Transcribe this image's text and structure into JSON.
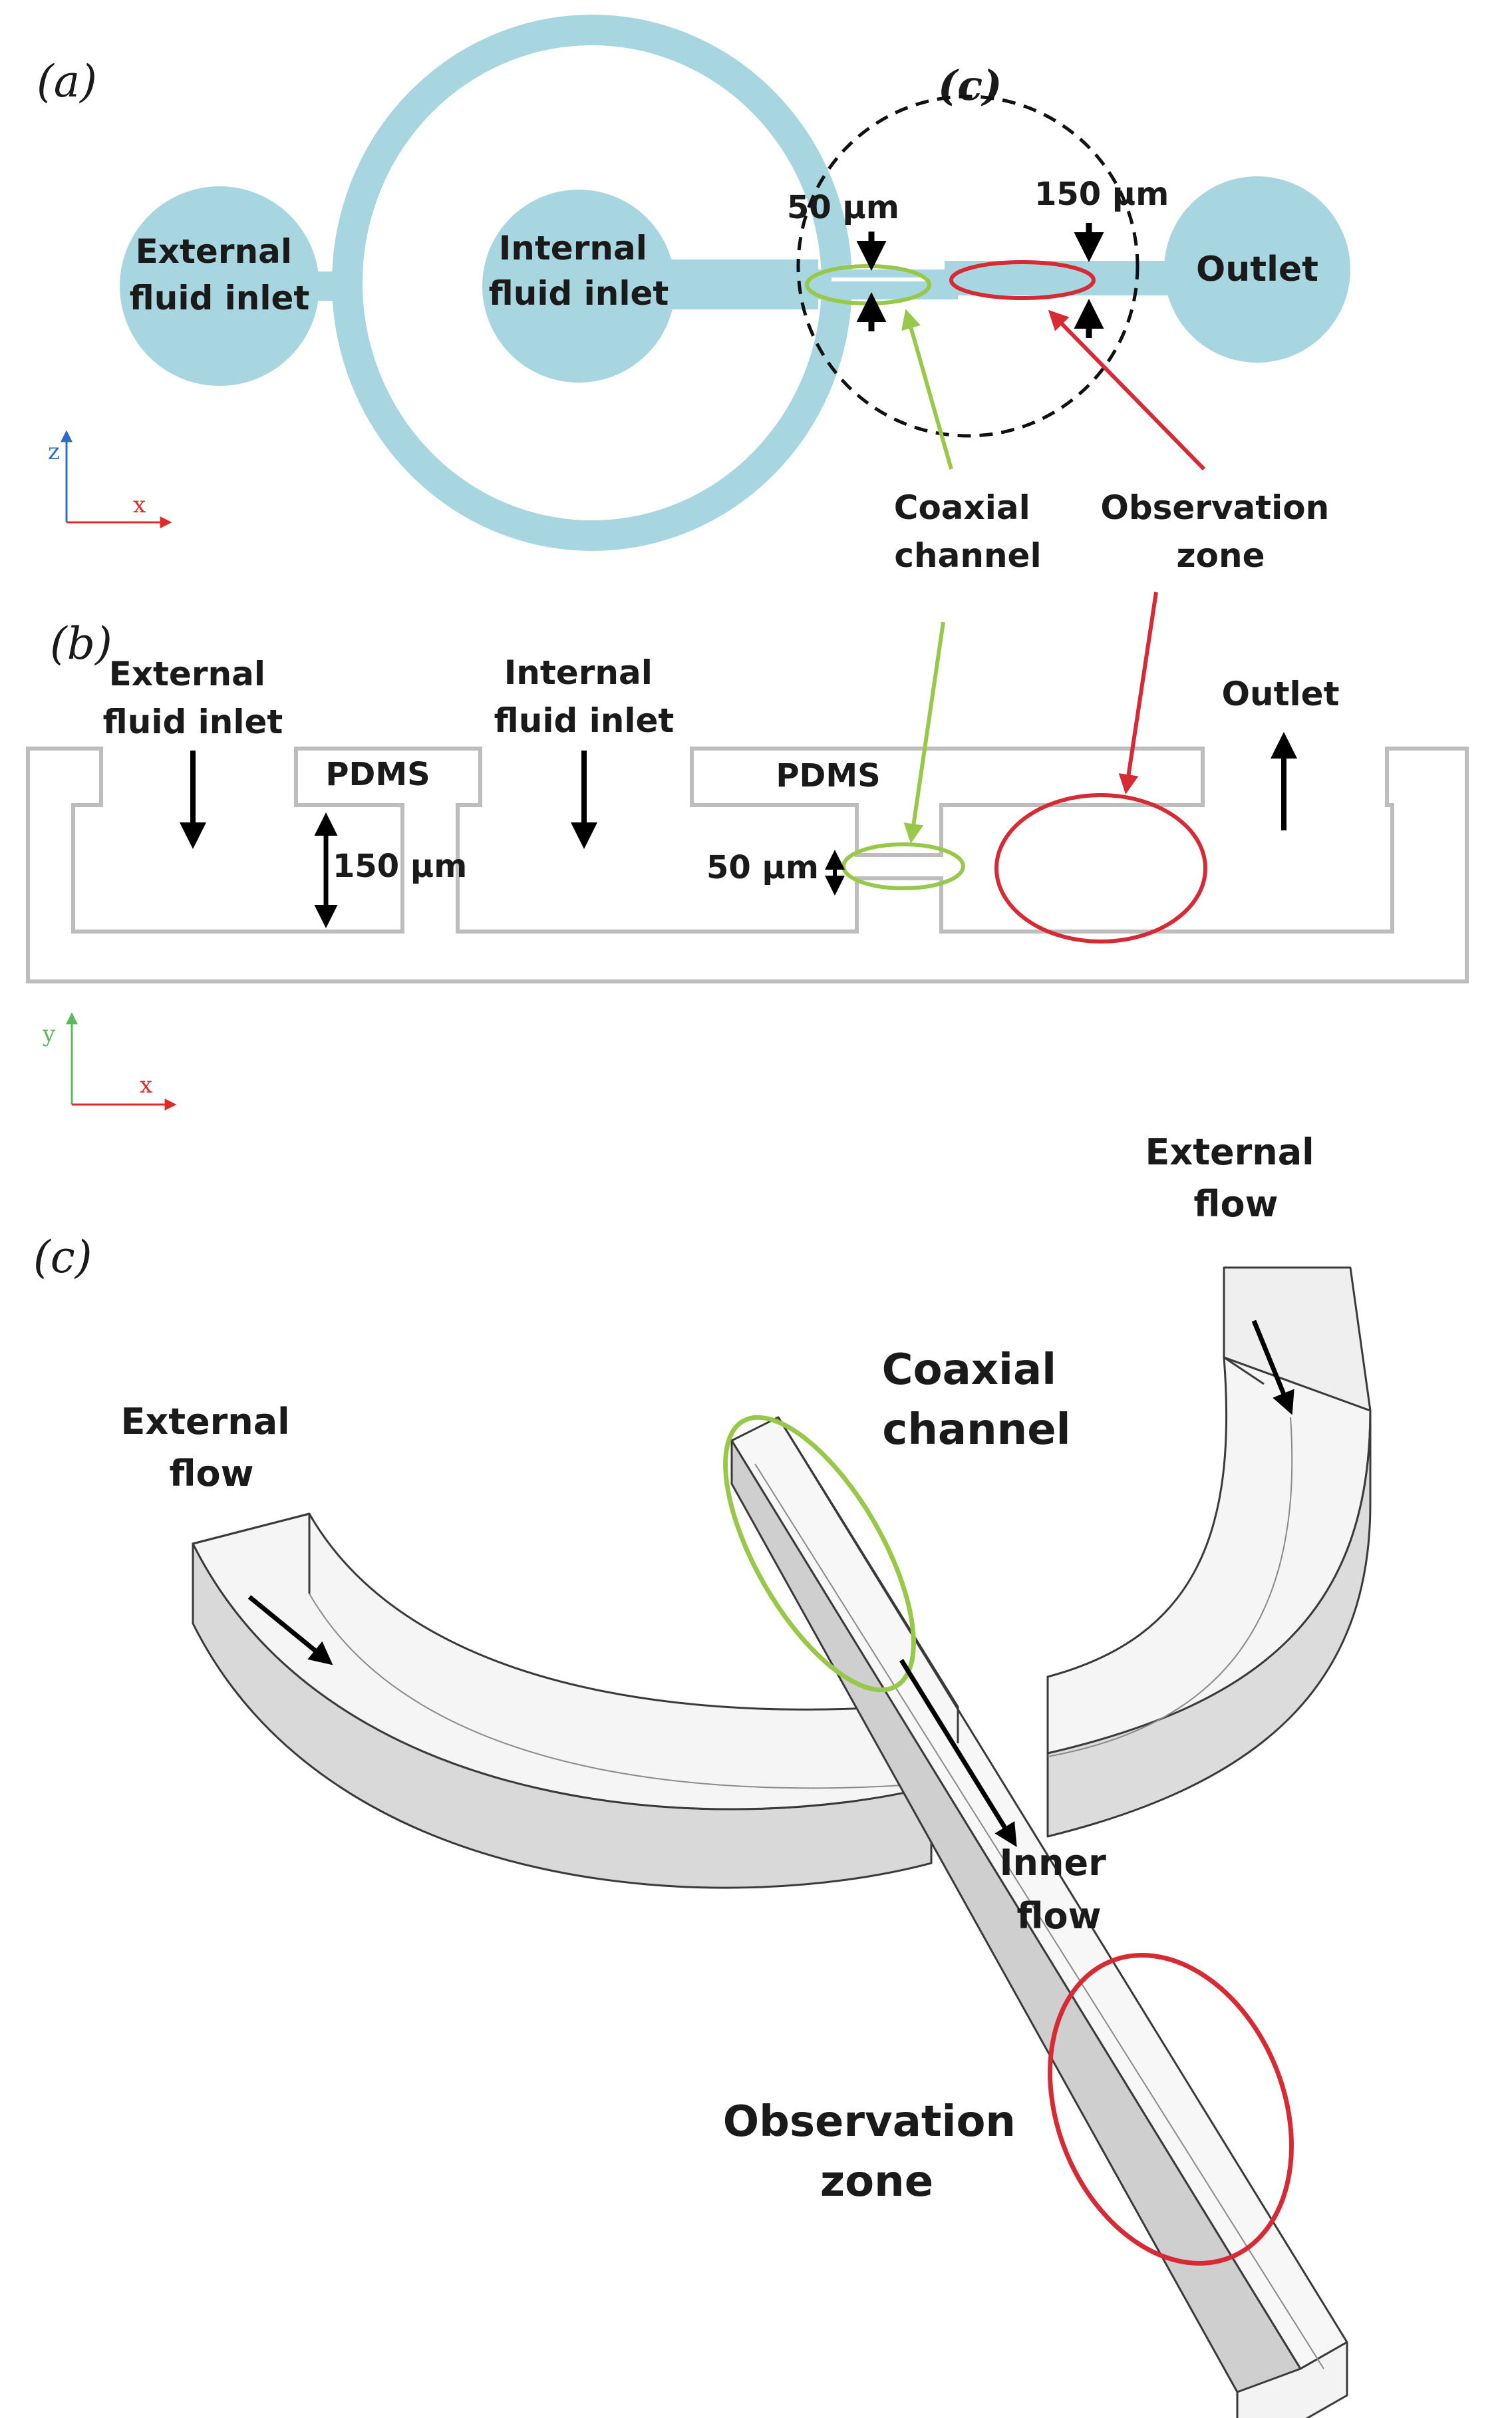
{
  "panel_a": {
    "tag": "(a)",
    "zoom_tag": "(c)",
    "external_inlet": [
      "External",
      "fluid inlet"
    ],
    "internal_inlet": [
      "Internal",
      "fluid inlet"
    ],
    "outlet": "Outlet",
    "dim_50": "50 μm",
    "dim_150": "150 μm",
    "coaxial": [
      "Coaxial",
      "channel"
    ],
    "observation": [
      "Observation",
      "zone"
    ],
    "axis_vertical": "z",
    "axis_horizontal": "x"
  },
  "panel_b": {
    "tag": "(b)",
    "external_inlet": [
      "External",
      "fluid inlet"
    ],
    "internal_inlet": [
      "Internal",
      "fluid inlet"
    ],
    "outlet": "Outlet",
    "pdms_left": "PDMS",
    "pdms_right": "PDMS",
    "dim_150": "150 μm",
    "dim_50": "50 μm",
    "axis_vertical": "y",
    "axis_horizontal": "x"
  },
  "panel_c": {
    "tag": "(c)",
    "external_flow_left": [
      "External",
      "flow"
    ],
    "external_flow_right": [
      "External",
      "flow"
    ],
    "coaxial": [
      "Coaxial",
      "channel"
    ],
    "inner_flow": [
      "Inner",
      "flow"
    ],
    "observation": [
      "Observation",
      "zone"
    ]
  },
  "colors": {
    "channel_fill": "#a8d6e0",
    "green_highlight": "#98c84a",
    "red_highlight": "#d62b35",
    "outline_gray": "#bdbdbd",
    "axis_blue": "#2f6cc5",
    "axis_red": "#e02a2a",
    "axis_green": "#5cb85c"
  }
}
